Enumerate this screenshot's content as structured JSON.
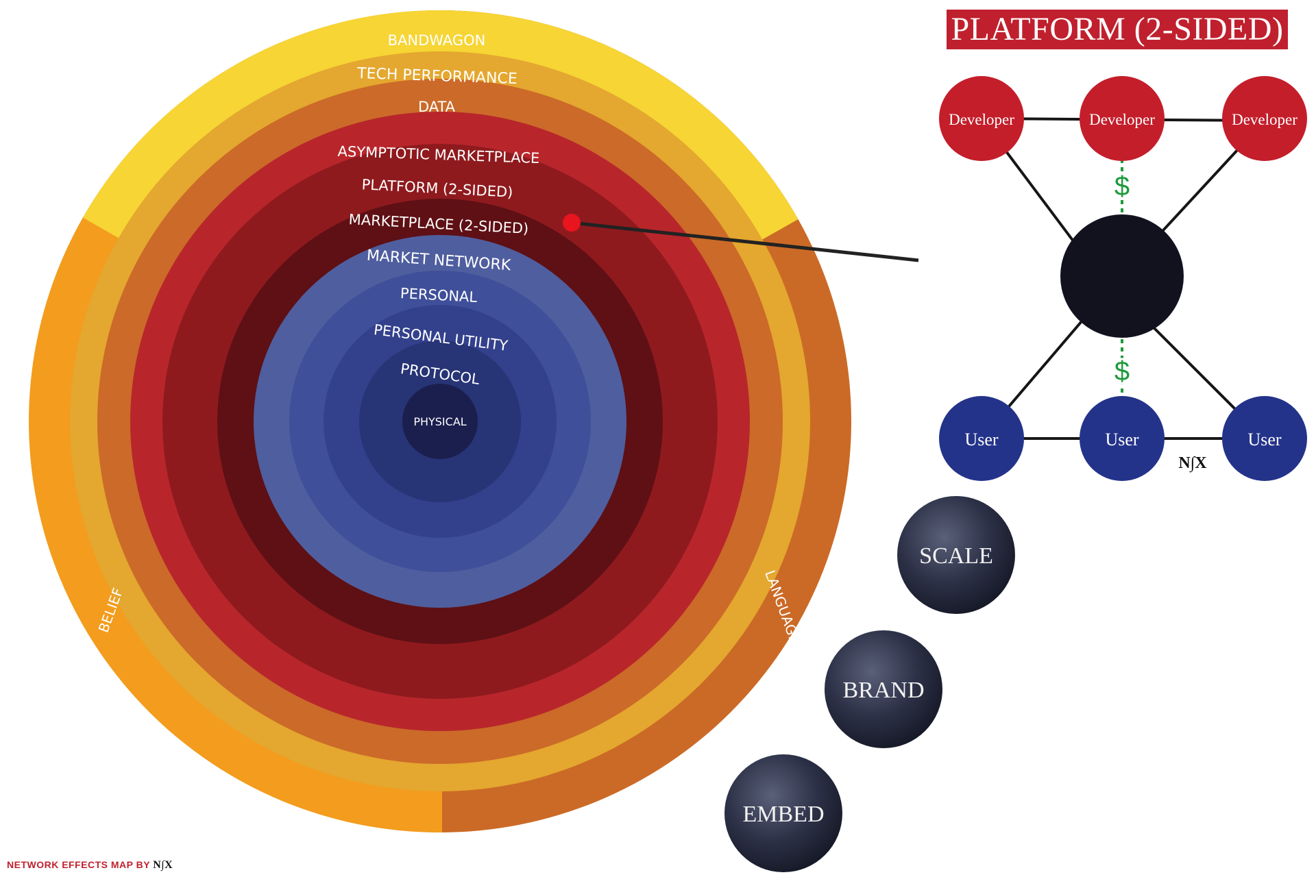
{
  "map": {
    "outer_layers": [
      {
        "label": "BANDWAGON",
        "color": "#f6d535"
      },
      {
        "label": "TECH PERFORMANCE",
        "color": "#e4a72f"
      },
      {
        "label": "DATA",
        "color": "#cc6a29"
      },
      {
        "label": "ASYMPTOTIC MARKETPLACE",
        "color": "#b8262b"
      },
      {
        "label": "PLATFORM (2-SIDED)",
        "color": "#8f1a1e"
      },
      {
        "label": "MARKETPLACE (2-SIDED)",
        "color": "#5e1015"
      }
    ],
    "inner_layers": [
      {
        "label": "MARKET NETWORK",
        "color": "#4f5e9e"
      },
      {
        "label": "PERSONAL",
        "color": "#3f4f99"
      },
      {
        "label": "PERSONAL UTILITY",
        "color": "#33418c"
      },
      {
        "label": "PROTOCOL",
        "color": "#273476"
      }
    ],
    "core": {
      "label": "PHYSICAL",
      "color": "#1b1f4e"
    },
    "side_left": {
      "label": "BELIEF",
      "color": "#f39c1d"
    },
    "side_right": {
      "label": "LANGUAGE",
      "color": "#cb6a26"
    },
    "marker_color": "#e8141e",
    "credit_prefix": "NETWORK EFFECTS MAP BY",
    "credit_brand": "N∫X"
  },
  "platform": {
    "title": "PLATFORM (2-SIDED)",
    "developers": [
      "Developer",
      "Developer",
      "Developer"
    ],
    "users": [
      "User",
      "User",
      "User"
    ],
    "money_symbol": "$",
    "brand": "N∫X",
    "developer_color": "#c41e2b",
    "user_color": "#24338a",
    "hub_color": "#12121f",
    "money_color": "#1f9a3c"
  },
  "spheres": [
    "SCALE",
    "BRAND",
    "EMBED"
  ]
}
